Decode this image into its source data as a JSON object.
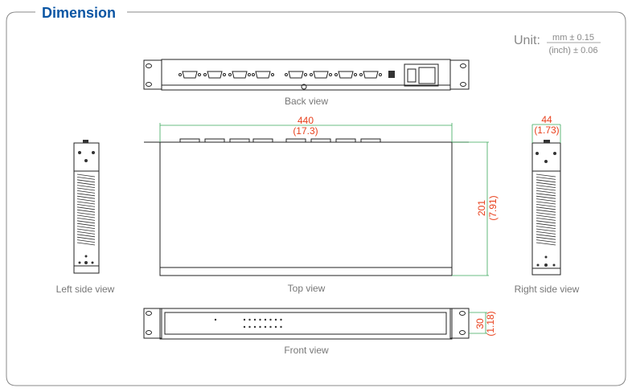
{
  "title": "Dimension",
  "unit": {
    "label": "Unit:",
    "numerator": "mm ± 0.15",
    "denominator": "(inch) ± 0.06"
  },
  "views": {
    "back": "Back view",
    "top": "Top view",
    "left": "Left side view",
    "right": "Right side view",
    "front": "Front view"
  },
  "dimensions": {
    "width_mm": "440",
    "width_in": "(17.3)",
    "depth_mm": "201",
    "depth_in": "(7.91)",
    "height_mm": "44",
    "height_in": "(1.73)",
    "front_h_mm": "30",
    "front_h_in": "(1.18)"
  },
  "colors": {
    "title": "#0b56a4",
    "dimension": "#e8401c",
    "dimension_line": "#3aa85a"
  }
}
